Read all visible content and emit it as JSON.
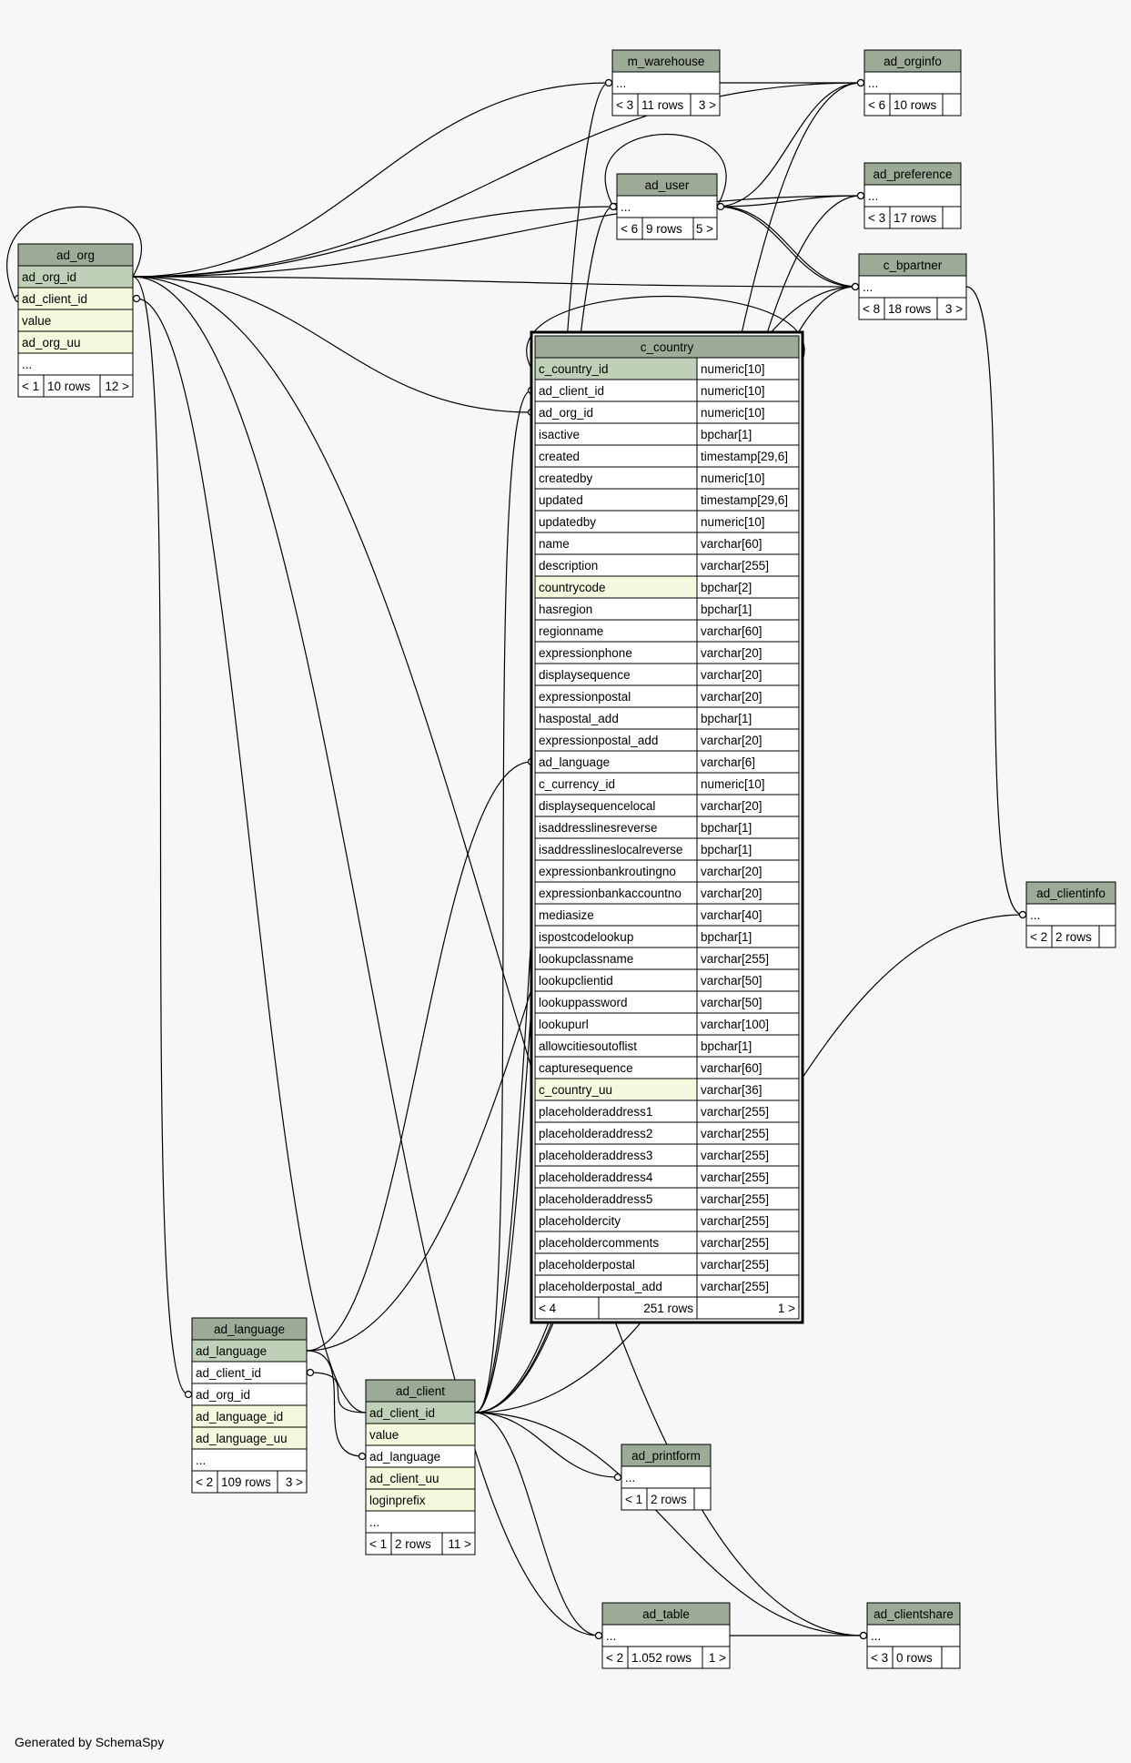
{
  "footer": "Generated by SchemaSpy",
  "colors": {
    "header": "#9bab96",
    "primary_key": "#bed1b8",
    "indexed": "#f5f8dc",
    "plain": "#ffffff",
    "border": "#000000",
    "background": "#f7f7f7"
  },
  "tables": [
    {
      "id": "ad_org",
      "name": "ad_org",
      "columns": [
        {
          "name": "ad_org_id",
          "kind": "pk"
        },
        {
          "name": "ad_client_id",
          "kind": "idx"
        },
        {
          "name": "value",
          "kind": "idx"
        },
        {
          "name": "ad_org_uu",
          "kind": "idx"
        },
        {
          "name": "...",
          "kind": "plain"
        }
      ],
      "footer": {
        "left": "< 1",
        "rows": "10 rows",
        "right": "12 >"
      }
    },
    {
      "id": "m_warehouse",
      "name": "m_warehouse",
      "columns": [
        {
          "name": "...",
          "kind": "plain"
        }
      ],
      "footer": {
        "left": "< 3",
        "rows": "11 rows",
        "right": "3 >"
      }
    },
    {
      "id": "ad_orginfo",
      "name": "ad_orginfo",
      "columns": [
        {
          "name": "...",
          "kind": "plain"
        }
      ],
      "footer": {
        "left": "< 6",
        "rows": "10 rows",
        "right": ""
      }
    },
    {
      "id": "ad_user",
      "name": "ad_user",
      "columns": [
        {
          "name": "...",
          "kind": "plain"
        }
      ],
      "footer": {
        "left": "< 6",
        "rows": "9 rows",
        "right": "5 >"
      }
    },
    {
      "id": "ad_preference",
      "name": "ad_preference",
      "columns": [
        {
          "name": "...",
          "kind": "plain"
        }
      ],
      "footer": {
        "left": "< 3",
        "rows": "17 rows",
        "right": ""
      }
    },
    {
      "id": "c_bpartner",
      "name": "c_bpartner",
      "columns": [
        {
          "name": "...",
          "kind": "plain"
        }
      ],
      "footer": {
        "left": "< 8",
        "rows": "18 rows",
        "right": "3 >"
      }
    },
    {
      "id": "ad_clientinfo",
      "name": "ad_clientinfo",
      "columns": [
        {
          "name": "...",
          "kind": "plain"
        }
      ],
      "footer": {
        "left": "< 2",
        "rows": "2 rows",
        "right": ""
      }
    },
    {
      "id": "ad_language",
      "name": "ad_language",
      "columns": [
        {
          "name": "ad_language",
          "kind": "pk"
        },
        {
          "name": "ad_client_id",
          "kind": "plain"
        },
        {
          "name": "ad_org_id",
          "kind": "plain"
        },
        {
          "name": "ad_language_id",
          "kind": "idx"
        },
        {
          "name": "ad_language_uu",
          "kind": "idx"
        },
        {
          "name": "...",
          "kind": "plain"
        }
      ],
      "footer": {
        "left": "< 2",
        "rows": "109 rows",
        "right": "3 >"
      }
    },
    {
      "id": "ad_client",
      "name": "ad_client",
      "columns": [
        {
          "name": "ad_client_id",
          "kind": "pk"
        },
        {
          "name": "value",
          "kind": "idx"
        },
        {
          "name": "ad_language",
          "kind": "plain"
        },
        {
          "name": "ad_client_uu",
          "kind": "idx"
        },
        {
          "name": "loginprefix",
          "kind": "idx"
        },
        {
          "name": "...",
          "kind": "plain"
        }
      ],
      "footer": {
        "left": "< 1",
        "rows": "2 rows",
        "right": "11 >"
      }
    },
    {
      "id": "ad_printform",
      "name": "ad_printform",
      "columns": [
        {
          "name": "...",
          "kind": "plain"
        }
      ],
      "footer": {
        "left": "< 1",
        "rows": "2 rows",
        "right": ""
      }
    },
    {
      "id": "ad_table",
      "name": "ad_table",
      "columns": [
        {
          "name": "...",
          "kind": "plain"
        }
      ],
      "footer": {
        "left": "< 2",
        "rows": "1.052 rows",
        "right": "1 >"
      }
    },
    {
      "id": "ad_clientshare",
      "name": "ad_clientshare",
      "columns": [
        {
          "name": "...",
          "kind": "plain"
        }
      ],
      "footer": {
        "left": "< 3",
        "rows": "0 rows",
        "right": ""
      }
    },
    {
      "id": "c_country",
      "name": "c_country",
      "focus": true,
      "columns": [
        {
          "name": "c_country_id",
          "type": "numeric[10]",
          "kind": "pk"
        },
        {
          "name": "ad_client_id",
          "type": "numeric[10]",
          "kind": "plain"
        },
        {
          "name": "ad_org_id",
          "type": "numeric[10]",
          "kind": "plain"
        },
        {
          "name": "isactive",
          "type": "bpchar[1]",
          "kind": "plain"
        },
        {
          "name": "created",
          "type": "timestamp[29,6]",
          "kind": "plain"
        },
        {
          "name": "createdby",
          "type": "numeric[10]",
          "kind": "plain"
        },
        {
          "name": "updated",
          "type": "timestamp[29,6]",
          "kind": "plain"
        },
        {
          "name": "updatedby",
          "type": "numeric[10]",
          "kind": "plain"
        },
        {
          "name": "name",
          "type": "varchar[60]",
          "kind": "plain"
        },
        {
          "name": "description",
          "type": "varchar[255]",
          "kind": "plain"
        },
        {
          "name": "countrycode",
          "type": "bpchar[2]",
          "kind": "idx"
        },
        {
          "name": "hasregion",
          "type": "bpchar[1]",
          "kind": "plain"
        },
        {
          "name": "regionname",
          "type": "varchar[60]",
          "kind": "plain"
        },
        {
          "name": "expressionphone",
          "type": "varchar[20]",
          "kind": "plain"
        },
        {
          "name": "displaysequence",
          "type": "varchar[20]",
          "kind": "plain"
        },
        {
          "name": "expressionpostal",
          "type": "varchar[20]",
          "kind": "plain"
        },
        {
          "name": "haspostal_add",
          "type": "bpchar[1]",
          "kind": "plain"
        },
        {
          "name": "expressionpostal_add",
          "type": "varchar[20]",
          "kind": "plain"
        },
        {
          "name": "ad_language",
          "type": "varchar[6]",
          "kind": "plain"
        },
        {
          "name": "c_currency_id",
          "type": "numeric[10]",
          "kind": "plain"
        },
        {
          "name": "displaysequencelocal",
          "type": "varchar[20]",
          "kind": "plain"
        },
        {
          "name": "isaddresslinesreverse",
          "type": "bpchar[1]",
          "kind": "plain"
        },
        {
          "name": "isaddresslineslocalreverse",
          "type": "bpchar[1]",
          "kind": "plain"
        },
        {
          "name": "expressionbankroutingno",
          "type": "varchar[20]",
          "kind": "plain"
        },
        {
          "name": "expressionbankaccountno",
          "type": "varchar[20]",
          "kind": "plain"
        },
        {
          "name": "mediasize",
          "type": "varchar[40]",
          "kind": "plain"
        },
        {
          "name": "ispostcodelookup",
          "type": "bpchar[1]",
          "kind": "plain"
        },
        {
          "name": "lookupclassname",
          "type": "varchar[255]",
          "kind": "plain"
        },
        {
          "name": "lookupclientid",
          "type": "varchar[50]",
          "kind": "plain"
        },
        {
          "name": "lookuppassword",
          "type": "varchar[50]",
          "kind": "plain"
        },
        {
          "name": "lookupurl",
          "type": "varchar[100]",
          "kind": "plain"
        },
        {
          "name": "allowcitiesoutoflist",
          "type": "bpchar[1]",
          "kind": "plain"
        },
        {
          "name": "capturesequence",
          "type": "varchar[60]",
          "kind": "plain"
        },
        {
          "name": "c_country_uu",
          "type": "varchar[36]",
          "kind": "idx"
        },
        {
          "name": "placeholderaddress1",
          "type": "varchar[255]",
          "kind": "plain"
        },
        {
          "name": "placeholderaddress2",
          "type": "varchar[255]",
          "kind": "plain"
        },
        {
          "name": "placeholderaddress3",
          "type": "varchar[255]",
          "kind": "plain"
        },
        {
          "name": "placeholderaddress4",
          "type": "varchar[255]",
          "kind": "plain"
        },
        {
          "name": "placeholderaddress5",
          "type": "varchar[255]",
          "kind": "plain"
        },
        {
          "name": "placeholdercity",
          "type": "varchar[255]",
          "kind": "plain"
        },
        {
          "name": "placeholdercomments",
          "type": "varchar[255]",
          "kind": "plain"
        },
        {
          "name": "placeholderpostal",
          "type": "varchar[255]",
          "kind": "plain"
        },
        {
          "name": "placeholderpostal_add",
          "type": "varchar[255]",
          "kind": "plain"
        }
      ],
      "footer": {
        "left": "< 4",
        "rows": "251 rows",
        "right": "1 >"
      }
    }
  ],
  "relationships": [
    {
      "from": "ad_org.0",
      "to": "ad_org.1"
    },
    {
      "from": "ad_org.0",
      "to": "m_warehouse.0"
    },
    {
      "from": "ad_org.0",
      "to": "ad_orginfo.0"
    },
    {
      "from": "ad_org.0",
      "to": "ad_user.0"
    },
    {
      "from": "ad_org.0",
      "to": "ad_preference.0"
    },
    {
      "from": "ad_org.0",
      "to": "c_bpartner.0"
    },
    {
      "from": "ad_org.0",
      "to": "c_country.2"
    },
    {
      "from": "ad_org.0",
      "to": "ad_language.2"
    },
    {
      "from": "ad_org.0",
      "to": "ad_table.0"
    },
    {
      "from": "ad_org.0",
      "to": "ad_clientshare.0"
    },
    {
      "from": "m_warehouse.0",
      "to": "ad_orginfo.0"
    },
    {
      "from": "ad_user.0",
      "to": "ad_orginfo.0"
    },
    {
      "from": "ad_user.0",
      "to": "ad_preference.0"
    },
    {
      "from": "ad_user.0",
      "to": "c_bpartner.0"
    },
    {
      "from": "ad_user.0",
      "to": "ad_user.0"
    },
    {
      "from": "c_bpartner.0",
      "to": "ad_user.0"
    },
    {
      "from": "c_bpartner.0",
      "to": "ad_clientinfo.0"
    },
    {
      "from": "c_country.0",
      "to": "c_country.0"
    },
    {
      "from": "ad_language.0",
      "to": "c_country.18"
    },
    {
      "from": "ad_language.0",
      "to": "ad_client.2"
    },
    {
      "from": "ad_language.0",
      "to": "c_bpartner.0"
    },
    {
      "from": "ad_client.0",
      "to": "ad_org.1"
    },
    {
      "from": "ad_client.0",
      "to": "ad_language.1"
    },
    {
      "from": "ad_client.0",
      "to": "c_country.1"
    },
    {
      "from": "ad_client.0",
      "to": "m_warehouse.0"
    },
    {
      "from": "ad_client.0",
      "to": "ad_user.0"
    },
    {
      "from": "ad_client.0",
      "to": "c_bpartner.0"
    },
    {
      "from": "ad_client.0",
      "to": "ad_preference.0"
    },
    {
      "from": "ad_client.0",
      "to": "ad_orginfo.0"
    },
    {
      "from": "ad_client.0",
      "to": "ad_printform.0"
    },
    {
      "from": "ad_client.0",
      "to": "ad_clientinfo.0"
    },
    {
      "from": "ad_client.0",
      "to": "ad_table.0"
    },
    {
      "from": "ad_client.0",
      "to": "ad_clientshare.0"
    },
    {
      "from": "ad_table.0",
      "to": "ad_clientshare.0"
    }
  ]
}
